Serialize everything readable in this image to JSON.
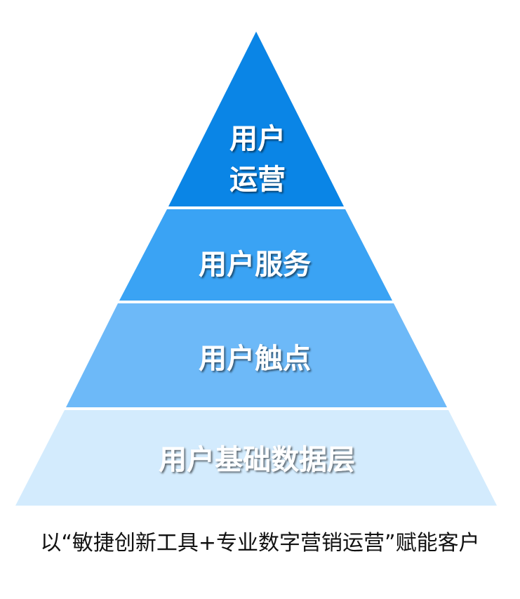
{
  "tiers": [
    {
      "label_line1": "用户",
      "label_line2": "运营",
      "color": "#0A85E6",
      "shadow": true
    },
    {
      "label": "用户服务",
      "color": "#3AA3F4",
      "shadow": true
    },
    {
      "label": "用户触点",
      "color": "#6DB9F8",
      "shadow": true
    },
    {
      "label": "用户基础数据层",
      "color": "#D3EBFD",
      "shadow": true
    }
  ],
  "caption": "以“敏捷创新工具+专业数字营销运营”赋能客户"
}
